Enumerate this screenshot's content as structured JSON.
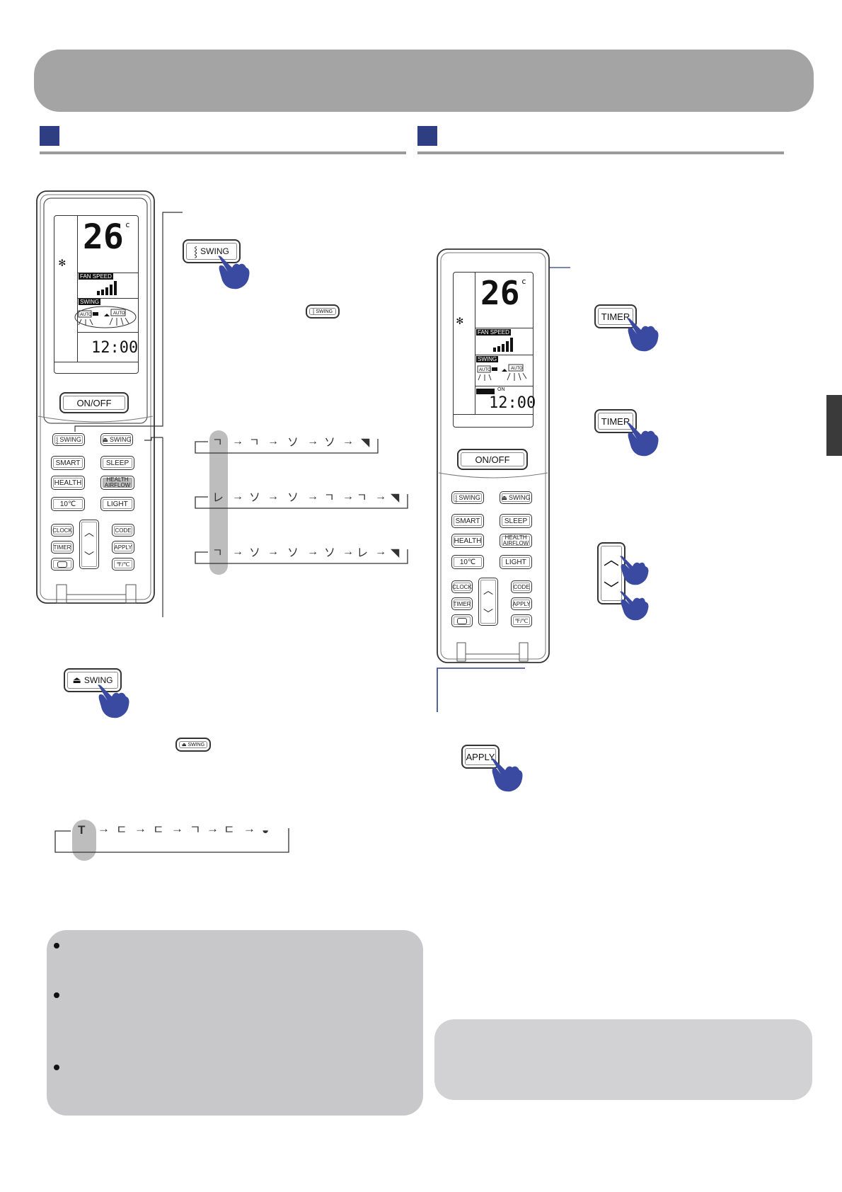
{
  "remote_left": {
    "lcd_temp": "26",
    "lcd_unit": "c",
    "fan_speed_label": "FAN SPEED",
    "swing_label": "SWING",
    "auto_label": "AUTO",
    "clock": "12:00",
    "on_off": "ON/OFF",
    "buttons": {
      "swing_v": "SWING",
      "swing_h": "SWING",
      "smart": "SMART",
      "sleep": "SLEEP",
      "health": "HEALTH",
      "health_airflow_1": "HEALTH",
      "health_airflow_2": "AIRFLOW",
      "ten_c": "10℃",
      "light": "LIGHT",
      "clock": "CLOCK",
      "code": "CODE",
      "timer": "TIMER",
      "apply": "APPLY",
      "f_c": "℉/℃"
    }
  },
  "remote_right": {
    "lcd_temp": "26",
    "lcd_unit": "c",
    "fan_speed_label": "FAN SPEED",
    "swing_label": "SWING",
    "auto_label": "AUTO",
    "on_label": "ON",
    "clock": "12:00",
    "on_off": "ON/OFF",
    "buttons": {
      "swing_v": "SWING",
      "swing_h": "SWING",
      "smart": "SMART",
      "sleep": "SLEEP",
      "health": "HEALTH",
      "health_airflow_1": "HEALTH",
      "health_airflow_2": "AIRFLOW",
      "ten_c": "10℃",
      "light": "LIGHT",
      "clock": "CLOCK",
      "code": "CODE",
      "timer": "TIMER",
      "apply": "APPLY",
      "f_c": "℉/℃"
    }
  },
  "callouts": {
    "swing_v_large": "SWING",
    "swing_v_inline": "SWING",
    "swing_h_large": "SWING",
    "swing_h_inline": "SWING",
    "timer_1": "TIMER",
    "timer_2": "TIMER",
    "apply": "APPLY"
  },
  "colors": {
    "accent": "#2d3e83",
    "hand": "#3a4aa0",
    "banner": "#a4a4a4",
    "note_box": "#c8c8ca"
  }
}
